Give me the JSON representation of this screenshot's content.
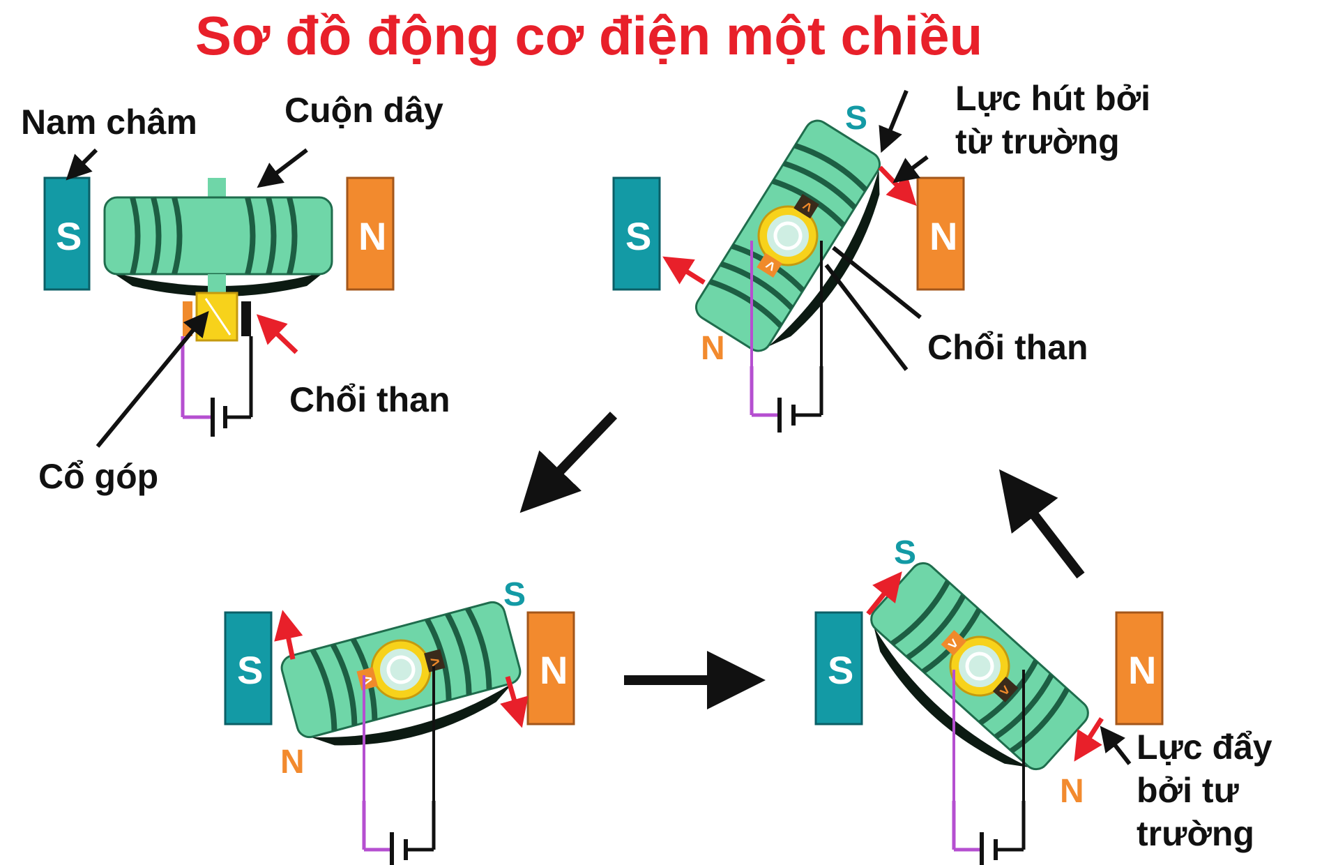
{
  "title": "Sơ đồ động cơ điện một chiều",
  "labels": {
    "nam_cham": "Nam châm",
    "cuon_day": "Cuộn dây",
    "choi_than_1": "Chổi than",
    "co_gop": "Cổ góp",
    "luc_hut_1": "Lực hút bởi",
    "luc_hut_2": "từ trường",
    "choi_than_2": "Chổi than",
    "luc_day_1": "Lực đẩy",
    "luc_day_2": "bởi tư",
    "luc_day_3": "trường"
  },
  "poles": {
    "south": "S",
    "north": "N"
  },
  "colors": {
    "title": "#e8202a",
    "magnet_s": "#139aa5",
    "magnet_n": "#f28a2e",
    "coil": "#6fd6a8",
    "force_arrow": "#e8202a",
    "commutator": "#f7d21b"
  }
}
